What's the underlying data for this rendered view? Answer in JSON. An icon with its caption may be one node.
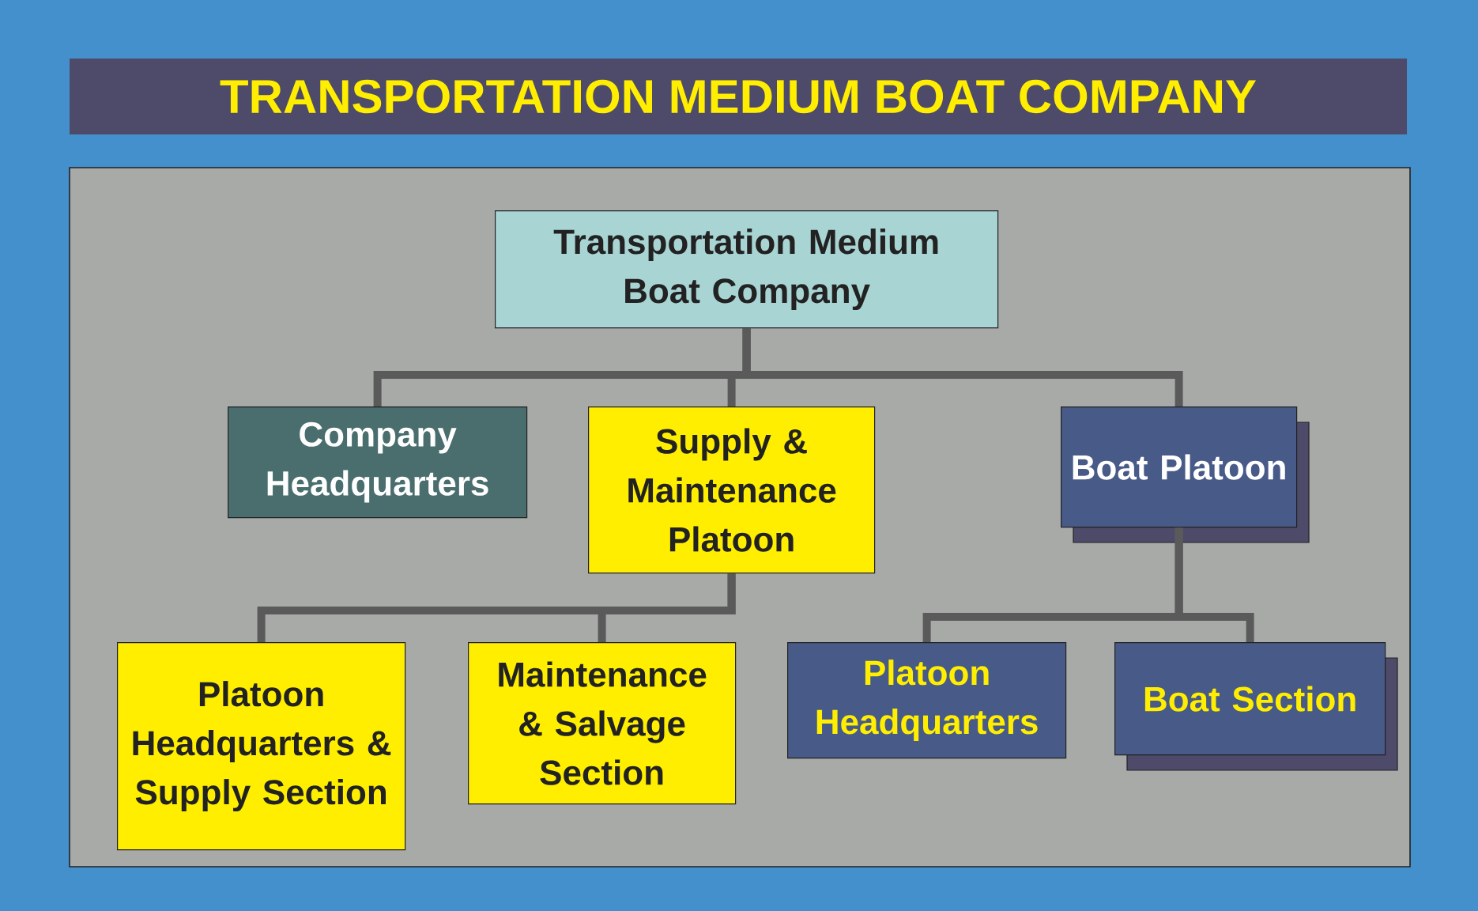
{
  "diagram": {
    "title": "TRANSPORTATION MEDIUM BOAT COMPANY",
    "nodes": [
      {
        "text": [
          "Transportation Medium Boat Company"
        ]
      },
      {
        "text": [
          "Company Headquarters"
        ]
      },
      {
        "text": [
          "Supply & Maintenance Platoon"
        ]
      },
      {
        "text": [
          "Boat Platoon"
        ]
      },
      {
        "text": [
          "Platoon Headquarters & Supply Section"
        ]
      },
      {
        "text": [
          "Maintenance & Salvage Section"
        ]
      },
      {
        "text": [
          "Platoon Headquarters"
        ]
      },
      {
        "text": [
          "Boat Section"
        ]
      }
    ],
    "edges": [
      {
        "from": 0,
        "to": 1,
        "arrow": "none"
      },
      {
        "from": 0,
        "to": 2,
        "arrow": "none"
      },
      {
        "from": 0,
        "to": 3,
        "arrow": "none"
      },
      {
        "from": 2,
        "to": 4,
        "arrow": "none"
      },
      {
        "from": 2,
        "to": 5,
        "arrow": "none"
      },
      {
        "from": 3,
        "to": 6,
        "arrow": "none"
      },
      {
        "from": 3,
        "to": 7,
        "arrow": "none"
      }
    ]
  }
}
